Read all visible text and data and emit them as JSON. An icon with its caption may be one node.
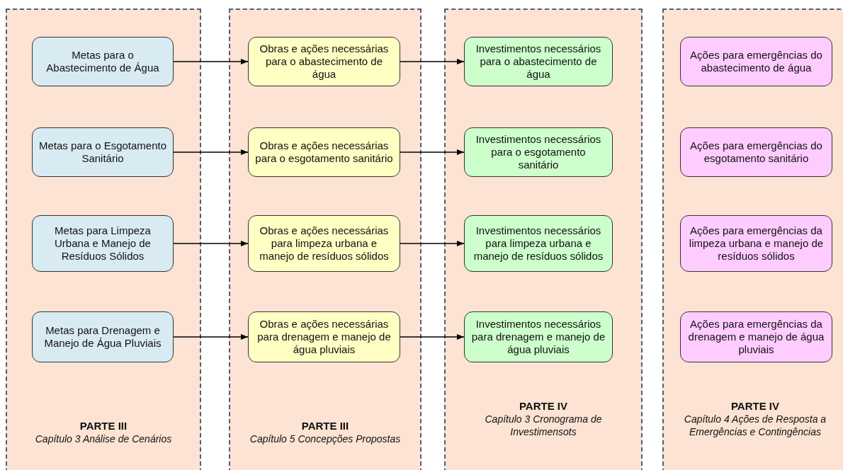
{
  "diagram": {
    "nodes": [
      {
        "text": [
          "PARTE III",
          "Capítulo 3 Análise de Cenários"
        ]
      },
      {
        "text": [
          "Metas para o Abastecimento de Água"
        ],
        "in": 0
      },
      {
        "text": [
          "Metas para o Esgotamento Sanitário"
        ],
        "in": 0
      },
      {
        "text": [
          "Metas para Limpeza Urbana e Manejo de Resíduos Sólidos"
        ],
        "in": 0
      },
      {
        "text": [
          "Metas para Drenagem e Manejo de Água Pluviais"
        ],
        "in": 0
      },
      {
        "text": [
          "PARTE III",
          "Capítulo 5 Concepções Propostas"
        ]
      },
      {
        "text": [
          "Obras e ações necessárias para o abastecimento de água"
        ],
        "in": 5
      },
      {
        "text": [
          "Obras e ações necessárias para o esgotamento sanitário"
        ],
        "in": 5
      },
      {
        "text": [
          "Obras e ações necessárias para limpeza urbana e manejo de resíduos sólidos"
        ],
        "in": 5
      },
      {
        "text": [
          "Obras e ações necessárias para drenagem e manejo de água pluviais"
        ],
        "in": 5
      },
      {
        "text": [
          "PARTE IV",
          "Capítulo 3 Cronograma de Investimensots"
        ]
      },
      {
        "text": [
          "Investimentos necessários para o abastecimento de água"
        ],
        "in": 10
      },
      {
        "text": [
          "Investimentos necessários para o esgotamento sanitário"
        ],
        "in": 10
      },
      {
        "text": [
          "Investimentos necessários para limpeza urbana e manejo de resíduos sólidos"
        ],
        "in": 10
      },
      {
        "text": [
          "Investimentos necessários para drenagem e manejo de água pluviais"
        ],
        "in": 10
      },
      {
        "text": [
          "PARTE IV",
          "Capítulo 4 Ações de Resposta a Emergências e Contingências"
        ]
      },
      {
        "text": [
          "Ações para emergências do abastecimento de água"
        ],
        "in": 15
      },
      {
        "text": [
          "Ações para emergências do esgotamento sanitário"
        ],
        "in": 15
      },
      {
        "text": [
          "Ações para emergências da limpeza urbana e manejo de resíduos sólidos"
        ],
        "in": 15
      },
      {
        "text": [
          "Ações para emergências da drenagem e manejo de água pluviais"
        ],
        "in": 15
      }
    ],
    "edges": [
      {
        "from": 1,
        "to": 6,
        "arrow": "to"
      },
      {
        "from": 2,
        "to": 7,
        "arrow": "to"
      },
      {
        "from": 3,
        "to": 8,
        "arrow": "to"
      },
      {
        "from": 4,
        "to": 9,
        "arrow": "to"
      },
      {
        "from": 6,
        "to": 11,
        "arrow": "to"
      },
      {
        "from": 7,
        "to": 12,
        "arrow": "to"
      },
      {
        "from": 8,
        "to": 13,
        "arrow": "to"
      },
      {
        "from": 9,
        "to": 14,
        "arrow": "to"
      }
    ]
  }
}
